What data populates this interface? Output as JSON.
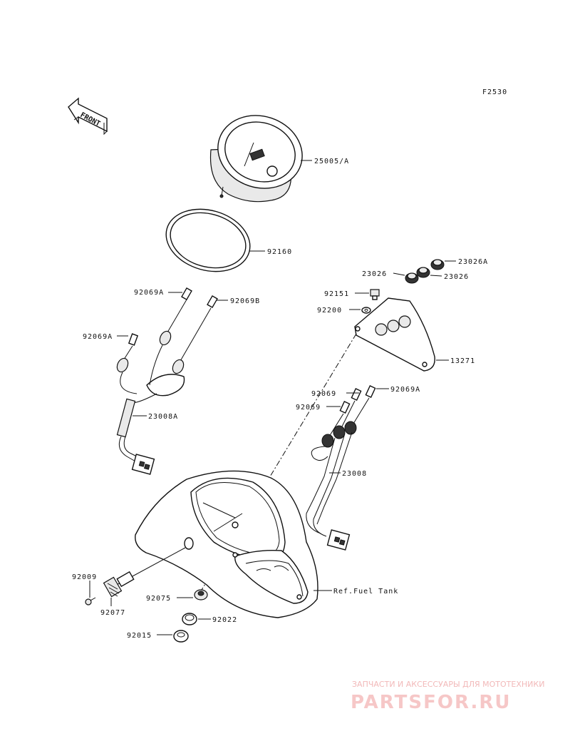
{
  "diagram_code": "F2530",
  "front_label": "FRONT",
  "parts": {
    "speedometer": "25005/A",
    "ring": "92160",
    "bulb_a_top": "92069A",
    "bulb_b": "92069B",
    "bulb_a_left": "92069A",
    "harness_a": "23008A",
    "nut": "92151",
    "washer": "92200",
    "lamp_23026a": "23026A",
    "lamp_23026_left": "23026",
    "lamp_23026_right": "23026",
    "bracket": "13271",
    "bulb_92069_1": "92069",
    "bulb_92069a_right": "92069A",
    "bulb_92069_2": "92069",
    "harness": "23008",
    "screw": "92009",
    "fitting": "92077",
    "grommet_92075": "92075",
    "grommet_92022": "92022",
    "grommet_92015": "92015",
    "fuel_tank_ref": "Ref.Fuel Tank"
  },
  "watermark": {
    "line1": "ЗАПЧАСТИ И АКСЕССУАРЫ ДЛЯ МОТОТЕХНИКИ",
    "line2": "PARTSFOR.RU"
  }
}
